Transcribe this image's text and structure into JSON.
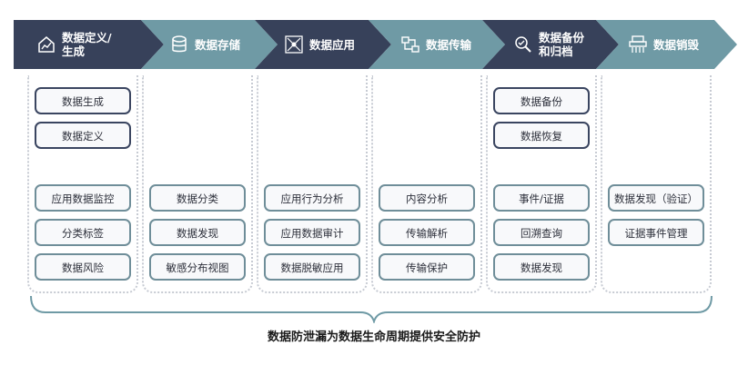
{
  "colors": {
    "dark": "#37415a",
    "teal": "#6f9aa5",
    "box_border_dark": "#3a4560",
    "box_border_teal": "#6f8e99"
  },
  "stages": [
    {
      "label": "数据定义/\n生成",
      "icon": "data-define-icon"
    },
    {
      "label": "数据存储",
      "icon": "database-icon"
    },
    {
      "label": "数据应用",
      "icon": "network-apply-icon"
    },
    {
      "label": "数据传输",
      "icon": "transfer-icon"
    },
    {
      "label": "数据备份\n和归档",
      "icon": "backup-archive-icon"
    },
    {
      "label": "数据销毁",
      "icon": "shredder-icon"
    }
  ],
  "columns": [
    {
      "top_items": [
        "数据生成",
        "数据定义"
      ],
      "bottom_items": [
        "应用数据监控",
        "分类标签",
        "数据风险"
      ]
    },
    {
      "top_items": [],
      "bottom_items": [
        "数据分类",
        "数据发现",
        "敏感分布视图"
      ]
    },
    {
      "top_items": [],
      "bottom_items": [
        "应用行为分析",
        "应用数据审计",
        "数据脱敏应用"
      ]
    },
    {
      "top_items": [],
      "bottom_items": [
        "内容分析",
        "传输解析",
        "传输保护"
      ]
    },
    {
      "top_items": [
        "数据备份",
        "数据恢复"
      ],
      "bottom_items": [
        "事件/证据",
        "回溯查询",
        "数据发现"
      ]
    },
    {
      "top_items": [],
      "bottom_items": [
        "数据发现（验证）",
        "证据事件管理"
      ]
    }
  ],
  "caption": "数据防泄漏为数据生命周期提供安全防护"
}
